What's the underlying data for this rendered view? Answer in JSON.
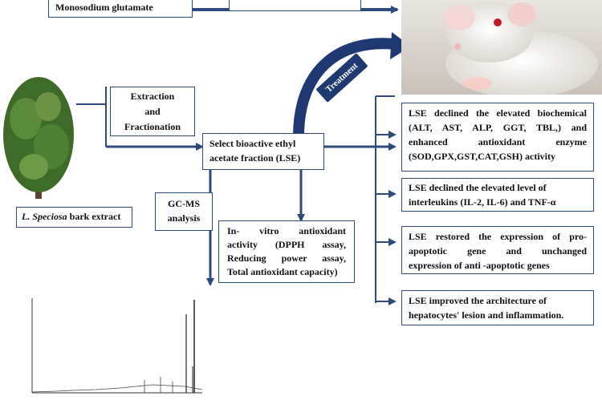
{
  "top_box": {
    "text": "Monosodium glutamate"
  },
  "extraction_box": {
    "line1": "Extraction",
    "line2": "and",
    "line3": "Fractionation"
  },
  "plant_caption": {
    "italic": "L. Speciosa",
    "rest": " bark extract"
  },
  "lse_box": {
    "line1": "Select bioactive ethyl",
    "line2": "acetate fraction (LSE)"
  },
  "gcms_box": {
    "line1": "GC-MS",
    "line2": "analysis"
  },
  "antioxidant_box": {
    "line1": "In- vitro antioxidant",
    "line2": "activity (DPPH assay,",
    "line3": "Reducing power assay,",
    "line4": "Total antioxidant capacity)"
  },
  "treatment_label": "Treatment",
  "results": [
    {
      "lines": [
        "LSE declined the elevated biochemical",
        "(ALT, AST, ALP, GGT, TBL,) and",
        "enhanced antioxidant enzyme",
        "(SOD,GPX,GST,CAT,GSH) activity"
      ]
    },
    {
      "lines": [
        "LSE declined the elevated level of",
        "interleukins (IL-2, IL-6) and TNF-α"
      ]
    },
    {
      "lines": [
        "LSE restored the expression of pro-",
        "apoptotic gene and unchanged",
        "expression of anti -apoptotic genes"
      ]
    },
    {
      "lines": [
        "LSE improved the architecture of",
        "hepatocytes' lesion and inflammation."
      ]
    }
  ],
  "colors": {
    "arrow": "#2d4a7c",
    "arrow_dark": "#1f3a73"
  }
}
